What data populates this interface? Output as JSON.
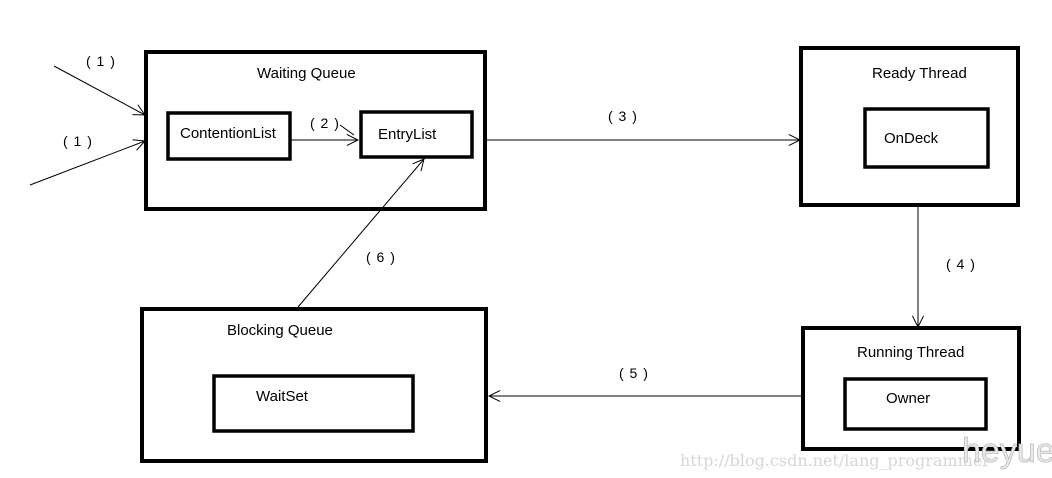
{
  "boxes": {
    "waiting_queue": {
      "title": "Waiting Queue",
      "contention_list": "ContentionList",
      "entry_list": "EntryList"
    },
    "ready_thread": {
      "title": "Ready Thread",
      "on_deck": "OnDeck"
    },
    "running_thread": {
      "title": "Running Thread",
      "owner": "Owner"
    },
    "blocking_queue": {
      "title": "Blocking Queue",
      "wait_set": "WaitSet"
    }
  },
  "steps": {
    "s1a": "( 1 )",
    "s1b": "( 1 )",
    "s2": "( 2 )",
    "s3": "( 3 )",
    "s4": "( 4 )",
    "s5": "( 5 )",
    "s6": "( 6 )"
  },
  "watermark": {
    "url": "http://blog.csdn.net/lang_programmer",
    "name": "heyue"
  }
}
